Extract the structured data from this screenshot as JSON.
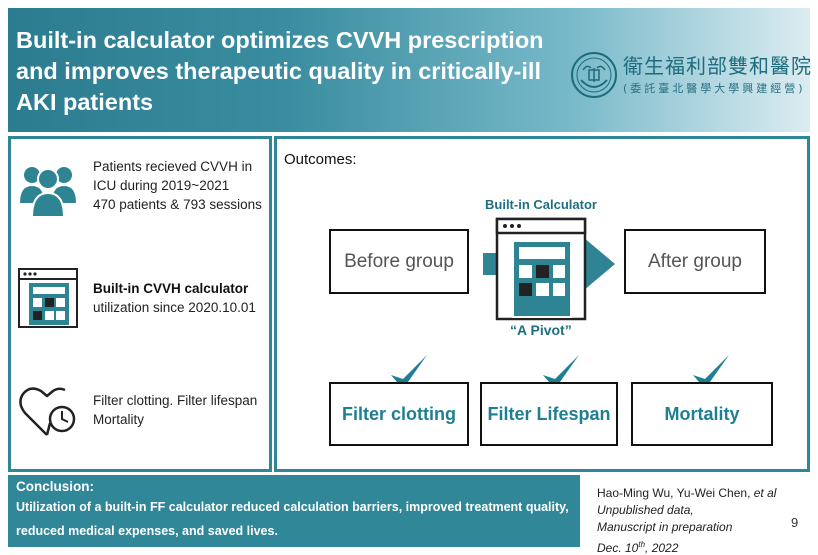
{
  "header": {
    "title": "Built-in calculator optimizes CVVH prescription and improves therapeutic quality in critically-ill AKI patients",
    "logo_name": "衛生福利部雙和醫院",
    "logo_sub": "(委託臺北醫學大學興建經營)"
  },
  "left_panel": {
    "patients_line1": "Patients recieved CVVH in",
    "patients_line2": "ICU during 2019~2021",
    "patients_line3": "470 patients & 793 sessions",
    "calc_bold": "Built-in CVVH calculator",
    "calc_line2": "utilization since 2020.10.01",
    "filter_line1": "Filter clotting. Filter lifespan",
    "filter_line2": "Mortality"
  },
  "right_panel": {
    "outcomes_label": "Outcomes:",
    "before_group": "Before group",
    "after_group": "After group",
    "calculator_label": "Built-in Calculator",
    "pivot_label": "“A Pivot”",
    "outcomes": [
      "Filter clotting",
      "Filter Lifespan",
      "Mortality"
    ]
  },
  "conclusion": {
    "title": "Conclusion:",
    "text": "Utilization of a built-in FF calculator reduced calculation barriers, improved treatment quality, reduced medical expenses, and saved lives."
  },
  "citation": {
    "authors": "Hao-Ming Wu, Yu-Wei Chen,",
    "et_al": "et al",
    "line2": "Unpublished data,",
    "line3": "Manuscript in preparation",
    "date_pre": "Dec. 10",
    "date_sup": "th",
    "date_post": ", 2022"
  },
  "page_number": "9",
  "colors": {
    "teal": "#2e8697",
    "teal_text": "#1f7f92",
    "header_start": "#2c7c8f"
  },
  "icons": [
    "people-icon",
    "calculator-window-icon",
    "heart-clock-icon",
    "check-icon",
    "arrow-right-icon",
    "hospital-seal-icon"
  ]
}
